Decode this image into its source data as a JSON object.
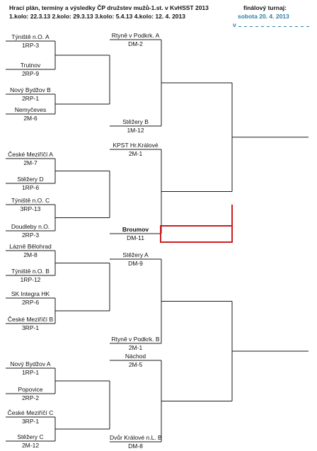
{
  "header": {
    "title": "Hrací plán, termíny a výsledky ČP družstev mužů-1.st. v KvHSST 2013",
    "dates": "1.kolo: 22.3.13   2.kolo: 29.3.13   3.kolo: 5.4.13   4.kolo: 12. 4. 2013",
    "final_title": "finálový turnaj:",
    "final_date": "sobota  20. 4. 2013",
    "final_marker": "v"
  },
  "colors": {
    "line": "#1a1a1a",
    "highlight": "#cc1e1e",
    "accent": "#2c7fa5",
    "text": "#111111"
  },
  "round1": [
    {
      "team": "Týniště n.O. A",
      "score": "1RP-3"
    },
    {
      "team": "Trutnov",
      "score": "2RP-9"
    },
    {
      "team": "Nový Bydžov B",
      "score": "2RP-1"
    },
    {
      "team": "Nemyčeves",
      "score": "2M-6"
    },
    {
      "team": "České Meziříčí A",
      "score": "2M-7"
    },
    {
      "team": "Stěžery D",
      "score": "1RP-6"
    },
    {
      "team": "Týniště n.O. C",
      "score": "3RP-13"
    },
    {
      "team": "Doudleby n.O.",
      "score": "2RP-3"
    },
    {
      "team": "Lázně Bělohrad",
      "score": "2M-8"
    },
    {
      "team": "Týniště n.O. B",
      "score": "1RP-12"
    },
    {
      "team": "SK Integra HK",
      "score": "2RP-6"
    },
    {
      "team": "České Meziříčí B",
      "score": "3RP-1"
    },
    {
      "team": "Nový Bydžov A",
      "score": "1RP-1"
    },
    {
      "team": "Popovice",
      "score": "2RP-2"
    },
    {
      "team": "České Meziříčí C",
      "score": "3RP-1"
    },
    {
      "team": "Stěžery C",
      "score": "2M-12"
    }
  ],
  "round2": [
    {
      "team": "Rtyně v Podkrk. A",
      "score": "DM-2"
    },
    {
      "team": "Stěžery B",
      "score": "1M-12"
    },
    {
      "team": "KPST Hr.Králové",
      "score": "2M-1"
    },
    {
      "team": "Broumov",
      "score": "DM-11"
    },
    {
      "team": "Stěžery A",
      "score": "DM-9"
    },
    {
      "team": "Rtyně v Podkrk. B",
      "score": "2M-1"
    },
    {
      "team": "Náchod",
      "score": "2M-5"
    },
    {
      "team": "Dvůr Králové n.L. B",
      "score": "DM-8"
    }
  ]
}
